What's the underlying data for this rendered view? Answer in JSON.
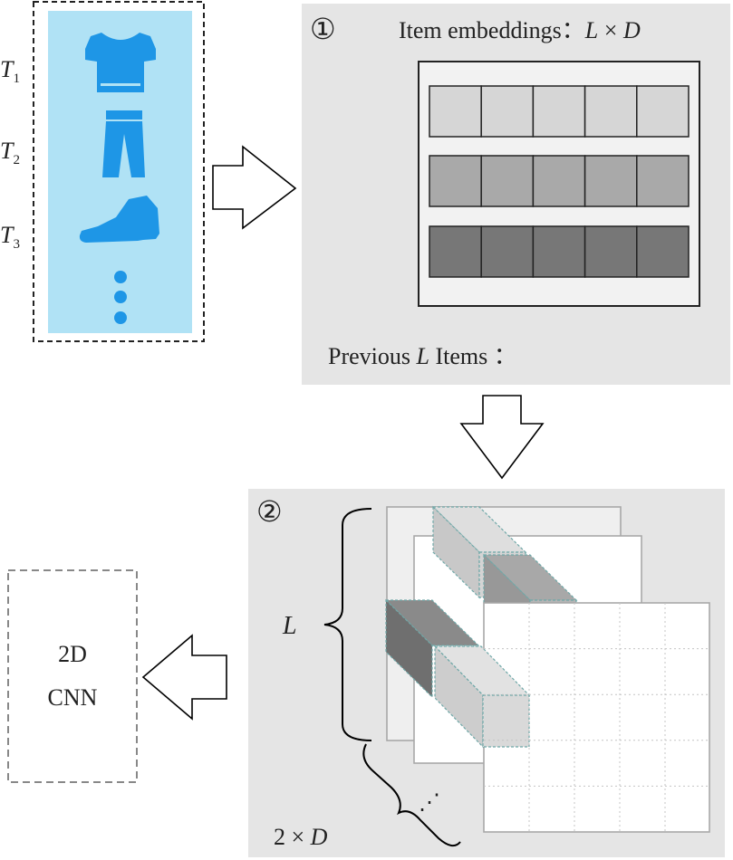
{
  "input_sequence": {
    "labels": [
      {
        "base": "T",
        "sub": "1"
      },
      {
        "base": "T",
        "sub": "2"
      },
      {
        "base": "T",
        "sub": "3"
      }
    ],
    "items": [
      "tshirt-icon",
      "jeans-icon",
      "shoe-icon",
      "ellipsis-dots-icon"
    ],
    "panel_color": "#b0e2f5",
    "icon_color": "#1e96e6"
  },
  "step1": {
    "marker": "①",
    "title_text": "Item embeddings：",
    "title_var1": "L",
    "title_times": "×",
    "title_var2": "D",
    "caption_text": "Previous ",
    "caption_var": "L",
    "caption_text2": " Items ：",
    "rows": 3,
    "columns": 5,
    "row_colors": [
      "#d6d6d6",
      "#a9a9a9",
      "#777777"
    ]
  },
  "step2": {
    "marker": "②",
    "brace_label": "L",
    "bottom_label_num": "2",
    "bottom_label_times": "×",
    "bottom_label_var": "D",
    "ellipsis": "⋰"
  },
  "output": {
    "line1": "2D",
    "line2": "CNN"
  },
  "colors": {
    "panel_bg": "#e5e5e5",
    "arrow_stroke": "#000000",
    "grid_line": "#b0b0b0"
  }
}
